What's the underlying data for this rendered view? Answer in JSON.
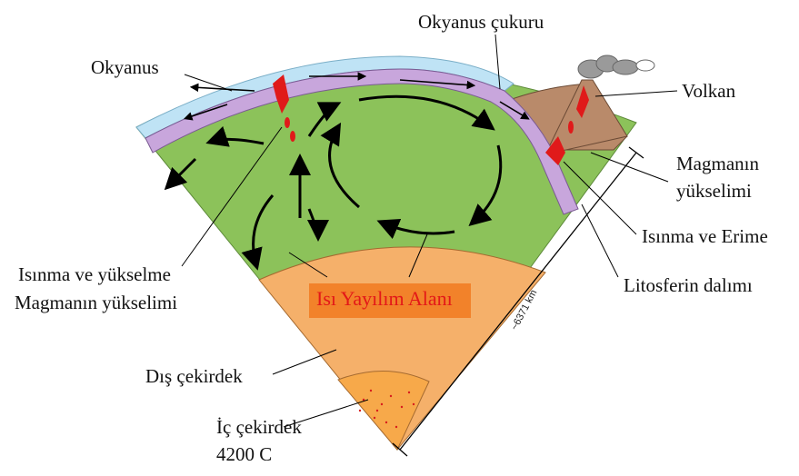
{
  "labels": {
    "ocean": "Okyanus",
    "trench": "Okyanus çukuru",
    "volcano": "Volkan",
    "magma_rise_right_1": "Magmanın",
    "magma_rise_right_2": "yükselimi",
    "heating_melting": "Isınma ve Erime",
    "lithosphere_subduction": "Litosferin dalımı",
    "heating_rising": "Isınma ve yükselme",
    "magma_rise_left": "Magmanın yükselimi",
    "heat_zone": "Isı Yayılım Alanı",
    "outer_core": "Dış çekirdek",
    "inner_core": "İç çekirdek",
    "inner_core_temp": "4200  C",
    "radius": "~6371 km"
  },
  "colors": {
    "mantle": "#8cc25a",
    "outer_core": "#f5b06a",
    "inner_core": "#f7a94a",
    "ocean": "#bfe3f5",
    "lithosphere": "#c8a6dc",
    "continent": "#b98a6a",
    "magma": "#e01a1a",
    "heat_box": "#f2822a"
  },
  "icons": [
    "convection-arrow",
    "smoke-plume",
    "magma-blob"
  ]
}
